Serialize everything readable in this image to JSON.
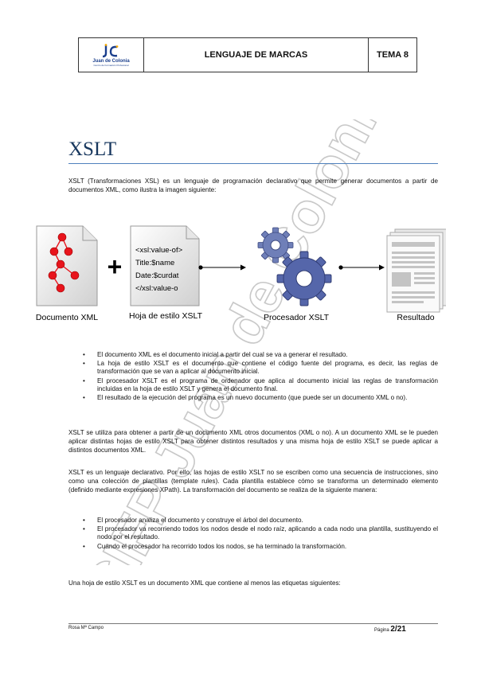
{
  "header": {
    "logo_name": "Juan de Colonia",
    "logo_sub": "Centro de Formación Profesional",
    "title": "LENGUAJE DE MARCAS",
    "tema": "TEMA 8"
  },
  "watermark_text": "CIFP Juan de Colonia",
  "page_title": "XSLT",
  "intro": "XSLT (Transformaciones XSL) es un lenguaje de programación declarativo que permite generar documentos a partir de documentos XML, como ilustra la imagen siguiente:",
  "figure": {
    "xsl_lines": [
      "<xsl:value-of>",
      "Title:$name",
      "Date:$curdat",
      "</xsl:value-o"
    ],
    "labels": [
      "Documento XML",
      "Hoja de estilo XSLT",
      "Procesador XSLT",
      "Resultado"
    ]
  },
  "bullets1": [
    "El documento XML es el documento inicial a partir del cual se va a generar el resultado.",
    "La hoja de estilo XSLT es el documento que contiene el código fuente del programa, es decir, las reglas de transformación que se van a aplicar al documento inicial.",
    "El procesador XSLT es el programa de ordenador que aplica al documento inicial las reglas de transformación incluidas en la hoja de estilo XSLT y genera el documento final.",
    "El resultado de la ejecución del programa es un nuevo documento (que puede ser un documento XML o no)."
  ],
  "para2": "XSLT se utiliza para obtener a partir de un documento XML otros documentos (XML o no). A un documento XML se le pueden aplicar distintas hojas de estilo XSLT para obtener distintos resultados y una misma hoja de estilo XSLT se puede aplicar a distintos documentos XML.",
  "para3": "XSLT es un lenguaje declarativo. Por ello, las hojas de estilo XSLT no se escriben como una secuencia de instrucciones, sino como una colección de plantillas (template rules). Cada plantilla establece cómo se transforma un determinado elemento (definido mediante expresiones XPath). La transformación del documento se realiza de la siguiente manera:",
  "bullets2": [
    "El procesador analiza el documento y construye el árbol del documento.",
    "El procesador va recorriendo todos los nodos desde el nodo raíz, aplicando a cada nodo una plantilla, sustituyendo el nodo por el resultado.",
    "Cuando el procesador ha recorrido todos los nodos, se ha terminado la transformación."
  ],
  "para4": "Una hoja de estilo XSLT es un documento XML que contiene al menos las etiquetas siguientes:",
  "footer": {
    "author": "Rosa Mª Campo",
    "page_label": "Página",
    "page_num": "2/21"
  },
  "colors": {
    "title": "#17375e",
    "rule": "#4f81bd",
    "node": "#e8141c",
    "gear": "#5566aa"
  }
}
